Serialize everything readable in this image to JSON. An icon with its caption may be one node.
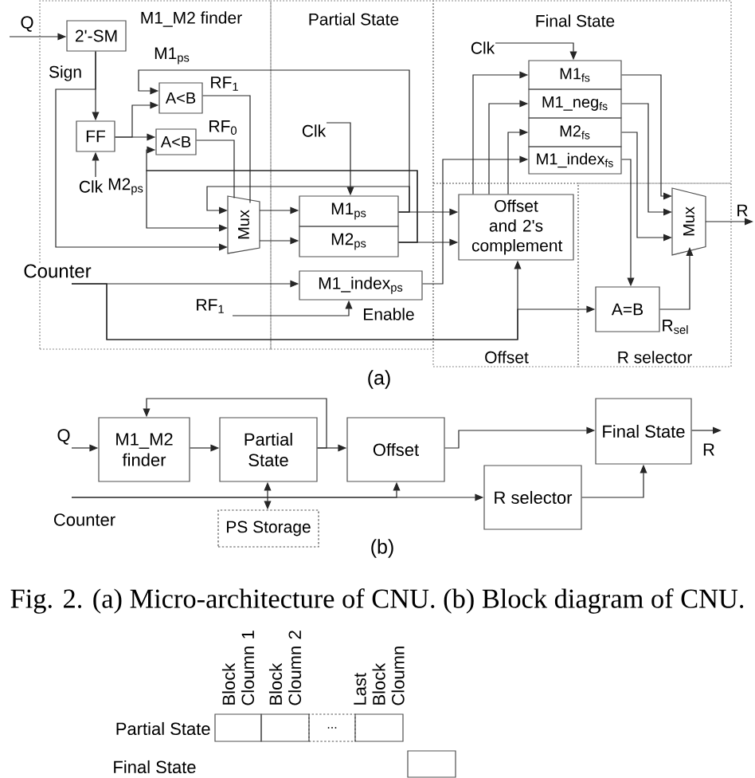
{
  "diagram": {
    "caption": "Fig. 2. (a) Micro-architecture of CNU. (b) Block diagram of CNU.",
    "nodes": [
      {
        "text": [
          "Q"
        ]
      },
      {
        "text": [
          "M1_M2 finder"
        ]
      },
      {
        "text": [
          "2'-SM"
        ],
        "in": 1
      },
      {
        "text": [
          "FF"
        ],
        "in": 1
      },
      {
        "text": [
          "A<B"
        ],
        "in": 1
      },
      {
        "text": [
          "A<B"
        ],
        "in": 1
      },
      {
        "text": [
          "Clk"
        ],
        "in": 1
      },
      {
        "text": [
          "Mux"
        ],
        "in": 1
      },
      {
        "text": [
          "Counter"
        ]
      },
      {
        "text": [
          "RF$_{1}$"
        ],
        "in": 1
      },
      {
        "text": [
          "Partial State"
        ]
      },
      {
        "text": [
          "Clk"
        ],
        "in": 10
      },
      {
        "text": [
          "M1$_{ps}$"
        ],
        "in": 10
      },
      {
        "text": [
          "M2$_{ps}$"
        ],
        "in": 10
      },
      {
        "text": [
          "M1_index$_{ps}$"
        ],
        "in": 10
      },
      {
        "text": [
          "Final State"
        ]
      },
      {
        "text": [
          "Clk"
        ],
        "in": 15
      },
      {
        "text": [
          "M1$_{fs}$"
        ],
        "in": 15
      },
      {
        "text": [
          "M1_neg$_{fs}$"
        ],
        "in": 15
      },
      {
        "text": [
          "M2$_{fs}$"
        ],
        "in": 15
      },
      {
        "text": [
          "M1_index$_{fs}$"
        ],
        "in": 15
      },
      {
        "text": [
          "Offset"
        ]
      },
      {
        "text": [
          "Offset and 2's complement"
        ],
        "in": 21
      },
      {
        "text": [
          "R selector"
        ]
      },
      {
        "text": [
          "Mux"
        ],
        "in": 23
      },
      {
        "text": [
          "A=B"
        ],
        "in": 23
      },
      {
        "text": [
          "R"
        ]
      },
      {
        "text": [
          "Q"
        ]
      },
      {
        "text": [
          "M1_M2 finder"
        ]
      },
      {
        "text": [
          "Partial State"
        ]
      },
      {
        "text": [
          "Offset"
        ]
      },
      {
        "text": [
          "Final State"
        ]
      },
      {
        "text": [
          "R"
        ]
      },
      {
        "text": [
          "Counter"
        ]
      },
      {
        "text": [
          "R selector"
        ]
      },
      {
        "text": [
          "PS Storage"
        ]
      },
      {
        "text": [],
        "shape": "box"
      },
      {
        "text": [],
        "shape": "box"
      },
      {
        "text": [
          "..."
        ]
      },
      {
        "text": [],
        "shape": "box"
      },
      {
        "text": [],
        "shape": "box"
      }
    ],
    "edges": [
      {
        "from": 0,
        "to": 2,
        "arrow": "to"
      },
      {
        "from": 2,
        "to": 3,
        "arrow": "to",
        "label": "Sign"
      },
      {
        "from": 2,
        "to": 7,
        "arrow": "to"
      },
      {
        "from": 6,
        "to": 3,
        "arrow": "to"
      },
      {
        "from": 3,
        "to": 4,
        "arrow": "to"
      },
      {
        "from": 3,
        "to": 5,
        "arrow": "to"
      },
      {
        "from": 4,
        "to": 7,
        "arrow": "none",
        "label": "RF$_{1}$"
      },
      {
        "from": 5,
        "to": 7,
        "arrow": "none",
        "label": "RF$_{0}$"
      },
      {
        "from": 7,
        "to": 12,
        "arrow": "to"
      },
      {
        "from": 7,
        "to": 13,
        "arrow": "to"
      },
      {
        "from": 12,
        "to": 4,
        "arrow": "to",
        "label": "M1$_{ps}$"
      },
      {
        "from": 12,
        "to": 7,
        "arrow": "to"
      },
      {
        "from": 13,
        "to": 5,
        "arrow": "to",
        "label": "M2$_{ps}$"
      },
      {
        "from": 13,
        "to": 7,
        "arrow": "to"
      },
      {
        "from": 11,
        "to": 12,
        "arrow": "to"
      },
      {
        "from": 8,
        "to": 14,
        "arrow": "to"
      },
      {
        "from": 9,
        "to": 14,
        "arrow": "to",
        "label": "Enable"
      },
      {
        "from": 12,
        "to": 22,
        "arrow": "to"
      },
      {
        "from": 13,
        "to": 22,
        "arrow": "to"
      },
      {
        "from": 8,
        "to": 22,
        "arrow": "to"
      },
      {
        "from": 8,
        "to": 25,
        "arrow": "to"
      },
      {
        "from": 14,
        "to": 20,
        "arrow": "to"
      },
      {
        "from": 22,
        "to": 17,
        "arrow": "to"
      },
      {
        "from": 22,
        "to": 18,
        "arrow": "to"
      },
      {
        "from": 22,
        "to": 19,
        "arrow": "to"
      },
      {
        "from": 16,
        "to": 17,
        "arrow": "to"
      },
      {
        "from": 17,
        "to": 24,
        "arrow": "to"
      },
      {
        "from": 18,
        "to": 24,
        "arrow": "to"
      },
      {
        "from": 19,
        "to": 24,
        "arrow": "to"
      },
      {
        "from": 20,
        "to": 25,
        "arrow": "to"
      },
      {
        "from": 25,
        "to": 24,
        "arrow": "to",
        "label": "R$_{sel}$"
      },
      {
        "from": 24,
        "to": 26,
        "arrow": "to"
      },
      {
        "from": 27,
        "to": 28,
        "arrow": "to"
      },
      {
        "from": 28,
        "to": 29,
        "arrow": "to"
      },
      {
        "from": 29,
        "to": 30,
        "arrow": "to"
      },
      {
        "from": 29,
        "to": 28,
        "arrow": "to"
      },
      {
        "from": 30,
        "to": 31,
        "arrow": "to"
      },
      {
        "from": 31,
        "to": 32,
        "arrow": "to"
      },
      {
        "from": 33,
        "to": 34,
        "arrow": "to"
      },
      {
        "from": 33,
        "to": 30,
        "arrow": "to"
      },
      {
        "from": 34,
        "to": 31,
        "arrow": "to"
      },
      {
        "from": 29,
        "to": 35,
        "arrow": "both"
      }
    ],
    "labels": [
      "(a)",
      "(b)",
      "Block Cloumn 1",
      "Block Cloumn 2",
      "Last Block Cloumn",
      "Partial State",
      "Final State"
    ]
  }
}
